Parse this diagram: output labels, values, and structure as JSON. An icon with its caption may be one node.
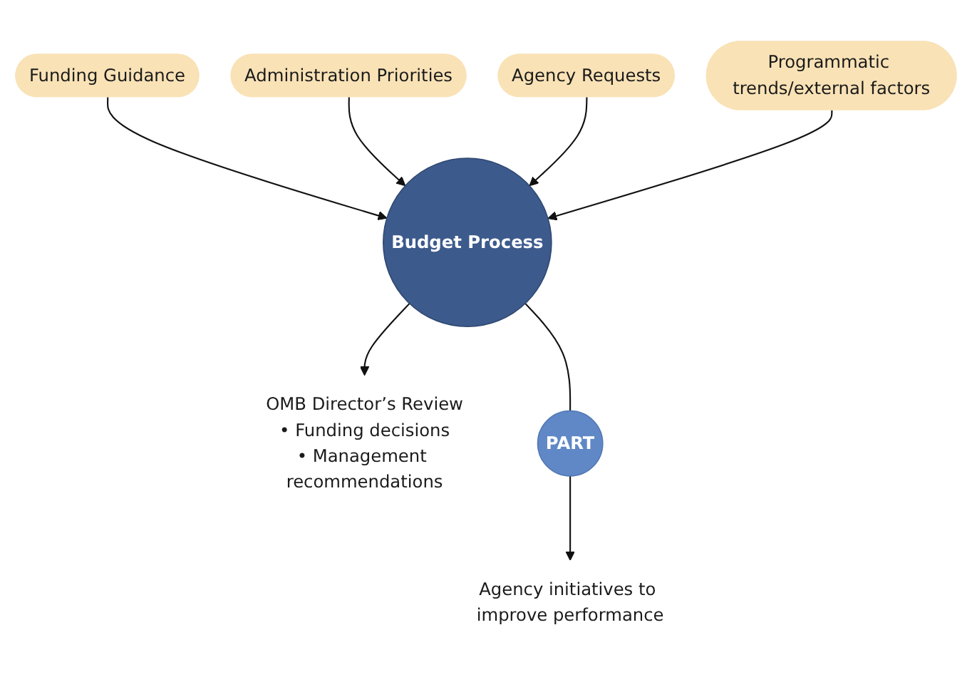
{
  "diagram": {
    "nodes": [
      {
        "text": [
          "Funding Guidance"
        ]
      },
      {
        "text": [
          "Administration Priorities"
        ]
      },
      {
        "text": [
          "Agency Requests"
        ]
      },
      {
        "text": [
          "Budget Process"
        ]
      },
      {
        "text": [
          "Programmatic trends/external factors"
        ]
      },
      {
        "text": [
          "OMB Director’s Review",
          "• Funding decisions",
          "• Management recommendations"
        ]
      },
      {
        "text": [
          "PART"
        ]
      },
      {
        "text": [
          "Agency initiatives to improve performance"
        ]
      }
    ],
    "edges": [
      {
        "from": 0,
        "to": 3,
        "arrow": "to"
      },
      {
        "from": 1,
        "to": 3,
        "arrow": "to"
      },
      {
        "from": 2,
        "to": 3,
        "arrow": "to"
      },
      {
        "from": 4,
        "to": 3,
        "arrow": "to"
      },
      {
        "from": 3,
        "to": 5,
        "arrow": "to"
      },
      {
        "from": 3,
        "to": 6,
        "arrow": "none"
      },
      {
        "from": 6,
        "to": 7,
        "arrow": "to"
      }
    ]
  }
}
